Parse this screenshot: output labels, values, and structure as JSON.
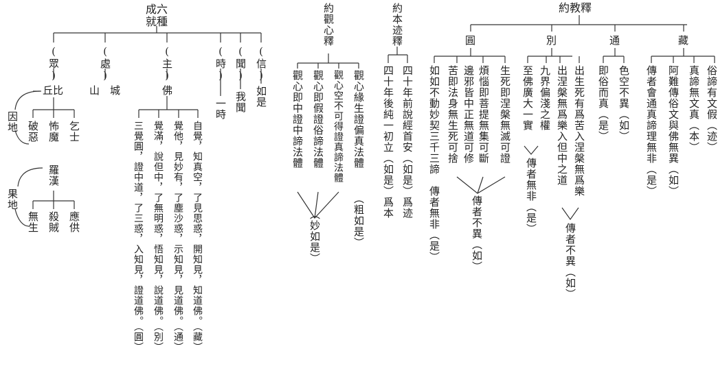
{
  "six": {
    "title": "成就六種",
    "items": [
      {
        "id": "zhong",
        "head": "(眾)",
        "label": "丘比"
      },
      {
        "id": "chu",
        "head": "(處)",
        "label": "山　城"
      },
      {
        "id": "zhu",
        "head": "(主)",
        "label": "佛"
      },
      {
        "id": "shi",
        "head": "(時)",
        "label": "一時"
      },
      {
        "id": "wen",
        "head": "(聞)",
        "label": "我聞"
      },
      {
        "id": "xin",
        "head": "(信)",
        "label": "如是"
      }
    ],
    "bhikkhu": [
      "破惡",
      "怖魔",
      "乞士"
    ],
    "arhat_title": "羅漢",
    "arhat": [
      "無生",
      "殺賊",
      "應供"
    ],
    "cause": "因地",
    "fruit": "果地",
    "buddha": [
      "自覺，知真空，了見思惑，開知見，知道佛。（藏）",
      "覺他，見妙有，了塵沙惑，示知見，見道佛。（通）",
      "覺滿，說但中，了無明惑，悟知見，說道佛。（別）",
      "三覺圓，證中道，了三惑，入知見，證道佛。（圓）"
    ]
  },
  "guan": {
    "title": "約觀心釋",
    "cols": [
      "觀心緣生證偏真法體",
      "觀心空不可得證真諦法體",
      "觀心即假證俗諦法體",
      "觀心即中證中諦法體"
    ],
    "note": "（粗如是）",
    "result": "（妙如是）"
  },
  "benji": {
    "title": "約本迹釋",
    "cols": [
      "四十年前說經首安（如是）爲迹",
      "四十年後純一初立（如是）爲本"
    ]
  },
  "jiao": {
    "title": "約教釋",
    "yuan": {
      "label": "圓",
      "cols": [
        "生死即涅槃無滅可證",
        "煩惱即菩提無集可斷",
        "邊邪皆中正無道可修",
        "苦即法身無生死可捨"
      ],
      "res": "傳者不異（如）",
      "last": "如如不動妙契三千三諦　傳者無非（是）"
    },
    "bie": {
      "label": "別",
      "cols": [
        "出生死有爲苦入涅槃無爲樂",
        "出涅槃無爲樂入但中之道"
      ],
      "res1": "傳者不異（如）",
      "cols2": [
        "九界偏淺之權",
        "至佛廣大一實"
      ],
      "res2": "傳者無非（是）"
    },
    "tong": {
      "label": "通",
      "cols": [
        "色空不異（如）",
        "即俗而真（是）"
      ]
    },
    "zang": {
      "label": "藏",
      "cols": [
        "俗諦有文假（迹）",
        "真諦無文真（本）",
        "阿難傳俗文與佛無異（如）",
        "傳者會通真諦理無非（是）"
      ]
    }
  }
}
